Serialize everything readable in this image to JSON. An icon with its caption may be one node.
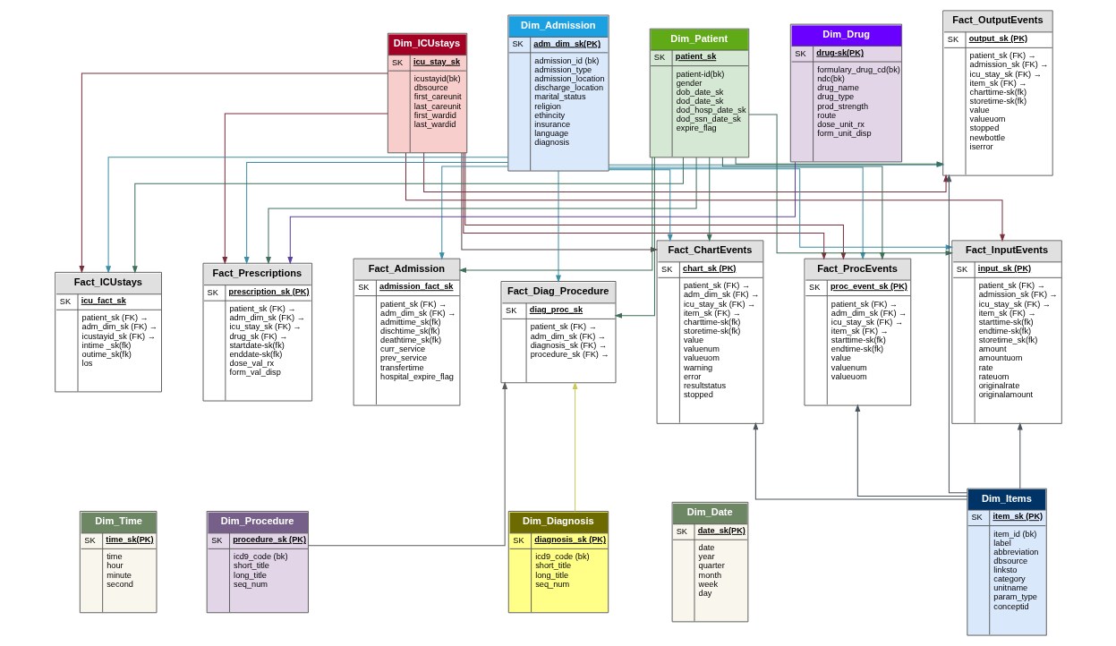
{
  "diagram": {
    "nodes": [
      {
        "text": [
          "Dim_ICUstays",
          "SK",
          "icu_stay_sk",
          "icustayid(bk)",
          "dbsource",
          "first_careunit",
          "last_careunit",
          "first_wardid",
          "last_wardid"
        ]
      },
      {
        "text": [
          "Dim_Admission",
          "SK",
          "adm_dim_sk(PK)",
          "admission_id (bk)",
          "admission_type",
          "admission_location",
          "discharge_location",
          "marital_status",
          "religion",
          "ethincity",
          "insurance",
          "language",
          "diagnosis"
        ]
      },
      {
        "text": [
          "Dim_Patient",
          "SK",
          "patient_sk",
          "patient-id(bk)",
          "gender",
          "dob_date_sk",
          "dod_date_sk",
          "dod_hosp_date_sk",
          "dod_ssn_date_sk",
          "expire_flag"
        ]
      },
      {
        "text": [
          "Dim_Drug",
          "SK",
          "drug-sk(PK)",
          "formulary_drug_cd(bk)",
          "ndc(bk)",
          "drug_name",
          "drug_type",
          "prod_strength",
          "route",
          "dose_unit_rx",
          "form_unit_disp"
        ]
      },
      {
        "text": [
          "Fact_OutputEvents",
          "SK",
          "output_sk (PK)",
          "patient_sk (FK) →",
          "admission_sk (FK) →",
          "icu_stay_sk (FK) →",
          "item_sk (FK) →",
          "charttime-sk(fk)",
          "storetime-sk(fk)",
          "value",
          "valueuom",
          "stopped",
          "newbottle",
          "iserror"
        ]
      },
      {
        "text": [
          "Fact_ICUstays",
          "SK",
          "icu_fact_sk",
          "patient_sk (FK) →",
          "adm_dim_sk (FK) →",
          "icustayid_sk (FK) →",
          "intime _sk(fk)",
          "outime_sk(fk)",
          "los"
        ]
      },
      {
        "text": [
          "Fact_Prescriptions",
          "SK",
          "prescription_sk (PK)",
          "patient_sk (FK) →",
          "adm_dim_sk (FK) →",
          "icu_stay_sk (FK) →",
          "drug_sk (FK) →",
          "startdate-sk(fk)",
          "enddate-sk(fk)",
          "dose_val_rx",
          "form_val_disp"
        ]
      },
      {
        "text": [
          "Fact_Admission",
          "SK",
          "admission_fact_sk",
          "patient_sk (FK) →",
          "adm_dim_sk (FK) →",
          "admittime_sk(fk)",
          "dischtime_sk(fk)",
          "deathtime_sk(fk)",
          "curr_service",
          "prev_service",
          "transfertime",
          "hospital_expire_flag"
        ]
      },
      {
        "text": [
          "Fact_Diag_Procedure",
          "SK",
          "diag_proc_sk",
          "patient_sk (FK) →",
          "adm_dim_sk (FK) →",
          "diagnosis_sk (FK) →",
          "procedure_sk (FK) →"
        ]
      },
      {
        "text": [
          "Fact_ChartEvents",
          "SK",
          "chart_sk (PK)",
          "patient_sk (FK) →",
          "adm_dim_sk (FK) →",
          "icu_stay_sk (FK) →",
          "item_sk (FK) →",
          "charttime-sk(fk)",
          "storetime-sk(fk)",
          "value",
          "valuenum",
          "valueuom",
          "warning",
          "error",
          "resultstatus",
          "stopped"
        ]
      },
      {
        "text": [
          "Fact_ProcEvents",
          "SK",
          "proc_event_sk (PK)",
          "patient_sk (FK) →",
          "adm_dim_sk (FK) →",
          "icu_stay_sk (FK) →",
          "item_sk (FK) →",
          "starttime-sk(fk)",
          "endtime-sk(fk)",
          "value",
          "valuenum",
          "valueuom"
        ]
      },
      {
        "text": [
          "Fact_InputEvents",
          "SK",
          "input_sk (PK)",
          "patient_sk (FK) →",
          "admission_sk (FK) →",
          "icu_stay_sk (FK) →",
          "item_sk (FK) →",
          "starttime-sk(fk)",
          "endtime-sk(fk)",
          "storetime_sk(fk)",
          "amount",
          "amountuom",
          "rate",
          "rateuom",
          "originalrate",
          "originalamount"
        ]
      },
      {
        "text": [
          "Dim_Time",
          "SK",
          "time_sk(PK)",
          "time",
          "hour",
          "minute",
          "second"
        ]
      },
      {
        "text": [
          "Dim_Procedure",
          "SK",
          "procedure_sk (PK)",
          "icd9_code (bk)",
          "short_title",
          "long_title",
          "seq_num"
        ]
      },
      {
        "text": [
          "Dim_Diagnosis",
          "SK",
          "diagnosis_sk (PK)",
          "icd9_code (bk)",
          "short_title",
          "long_title",
          "seq_num"
        ]
      },
      {
        "text": [
          "Dim_Date",
          "SK",
          "date_sk(PK)",
          "date",
          "year",
          "quarter",
          "month",
          "week",
          "day"
        ]
      },
      {
        "text": [
          "Dim_Items",
          "SK",
          "item_sk (PK)",
          "item_id (bk)",
          "label",
          "abbreviation",
          "dbsource",
          "linksto",
          "category",
          "unitname",
          "param_type",
          "conceptid"
        ]
      }
    ],
    "edges": [
      {
        "from": 0,
        "to": 5,
        "arrow": "to",
        "color": "#7a2e3b"
      },
      {
        "from": 1,
        "to": 5,
        "arrow": "to",
        "color": "#3c8ea5"
      },
      {
        "from": 2,
        "to": 5,
        "arrow": "to",
        "color": "#3f6f5a"
      },
      {
        "from": 0,
        "to": 6,
        "arrow": "to",
        "color": "#7a2e3b"
      },
      {
        "from": 3,
        "to": 6,
        "arrow": "to",
        "color": "#5b3fa0"
      },
      {
        "from": 1,
        "to": 6,
        "arrow": "to",
        "color": "#3c8ea5"
      },
      {
        "from": 2,
        "to": 6,
        "arrow": "to",
        "color": "#3f6f5a"
      },
      {
        "from": 2,
        "to": 7,
        "arrow": "to",
        "color": "#3f6f5a"
      },
      {
        "from": 1,
        "to": 7,
        "arrow": "to",
        "color": "#3c8ea5"
      },
      {
        "from": 1,
        "to": 8,
        "arrow": "to",
        "color": "#3c8ea5"
      },
      {
        "from": 2,
        "to": 8,
        "arrow": "to",
        "color": "#3f6f5a"
      },
      {
        "from": 13,
        "to": 8,
        "arrow": "to",
        "color": "#5a5a5a"
      },
      {
        "from": 14,
        "to": 8,
        "arrow": "to",
        "color": "#c9c95a"
      },
      {
        "from": 1,
        "to": 9,
        "arrow": "to",
        "color": "#3c8ea5"
      },
      {
        "from": 2,
        "to": 9,
        "arrow": "to",
        "color": "#3f6f5a"
      },
      {
        "from": 0,
        "to": 9,
        "arrow": "to",
        "color": "#5b4a4f"
      },
      {
        "from": 16,
        "to": 9,
        "arrow": "to",
        "color": "#4a5560"
      },
      {
        "from": 1,
        "to": 10,
        "arrow": "to",
        "color": "#3c8ea5"
      },
      {
        "from": 2,
        "to": 10,
        "arrow": "to",
        "color": "#3f6f5a"
      },
      {
        "from": 0,
        "to": 10,
        "arrow": "to",
        "color": "#7a2e3b"
      },
      {
        "from": 0,
        "to": 10,
        "arrow": "to",
        "color": "#7a2e3b"
      },
      {
        "from": 16,
        "to": 10,
        "arrow": "to",
        "color": "#4a5560"
      },
      {
        "from": 0,
        "to": 4,
        "arrow": "to",
        "color": "#7a2e3b"
      },
      {
        "from": 16,
        "to": 4,
        "arrow": "to",
        "color": "#4a5560"
      },
      {
        "from": 1,
        "to": 4,
        "arrow": "to",
        "color": "#3c8ea5"
      },
      {
        "from": 2,
        "to": 4,
        "arrow": "to",
        "color": "#3f6f5a"
      },
      {
        "from": 2,
        "to": 11,
        "arrow": "to",
        "color": "#3f6f5a"
      },
      {
        "from": 1,
        "to": 11,
        "arrow": "to",
        "color": "#3c8ea5"
      },
      {
        "from": 0,
        "to": 11,
        "arrow": "to",
        "color": "#7a2e3b"
      },
      {
        "from": 16,
        "to": 11,
        "arrow": "to",
        "color": "#4a5560"
      }
    ]
  }
}
